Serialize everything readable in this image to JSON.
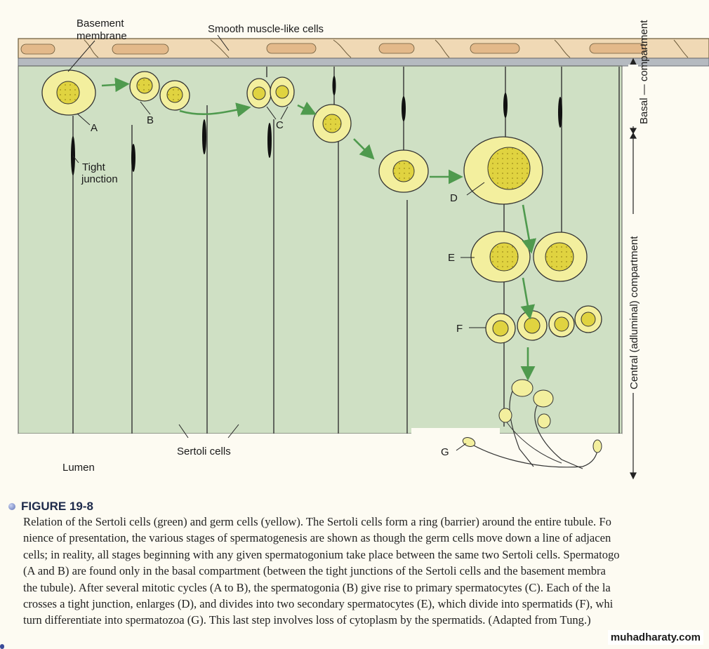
{
  "diagram": {
    "labels": {
      "basement_line1": "Basement",
      "basement_line2": "membrane",
      "smooth_muscle": "Smooth muscle-like cells",
      "A": "A",
      "B": "B",
      "C": "C",
      "D": "D",
      "E": "E",
      "F": "F",
      "G": "G",
      "tight_line1": "Tight",
      "tight_line2": "junction",
      "sertoli": "Sertoli cells",
      "lumen": "Lumen",
      "basal_compartment": "Basal — compartment",
      "central_compartment": "Central (adluminal) compartment"
    },
    "colors": {
      "sertoli_green": "#cfe0c4",
      "germ_yellow": "#f3ef9e",
      "nucleus": "#e0d340",
      "arrow_green": "#4f9a4e",
      "muscle_cell": "#efd3ac"
    }
  },
  "caption": {
    "title": "FIGURE 19-8",
    "lines": [
      "Relation of the Sertoli cells (green) and germ cells (yellow). The Sertoli cells form a ring (barrier) around the entire tubule. Fo",
      "nience of presentation, the various stages of spermatogenesis are shown as though the germ cells move down a line of adjacen",
      "cells; in reality, all stages beginning with any given spermatogonium take place between the same two Sertoli cells. Spermatogo",
      "(A and B) are found only in the basal compartment (between the tight junctions of the Sertoli cells and the basement membra",
      "the tubule). After several mitotic cycles (A to B), the spermatogonia (B) give rise to primary spermatocytes (C). Each of the la",
      "crosses a tight junction, enlarges (D), and divides into two secondary spermatocytes (E), which divide into spermatids (F), whi",
      "turn differentiate into spermatozoa (G). This last step involves loss of cytoplasm by the spermatids. (Adapted from Tung.)"
    ]
  },
  "watermark": "muhadharaty.com"
}
